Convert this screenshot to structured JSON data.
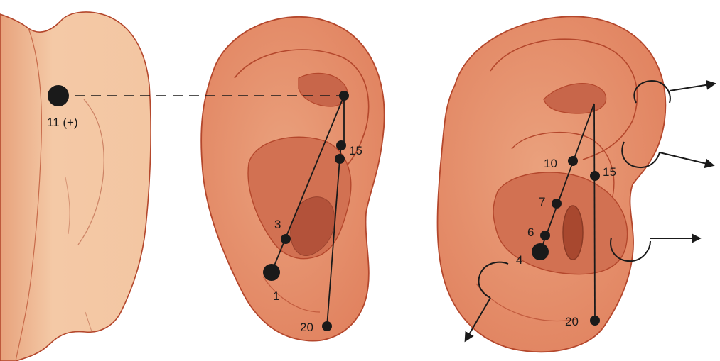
{
  "colors": {
    "skin_light": "#f2c29f",
    "skin": "#e89a74",
    "skin_mid": "#d9795a",
    "skin_dark": "#b85a3f",
    "shadow": "#9a432e",
    "outline": "#b4472c",
    "point": "#1a1a1a"
  },
  "views": [
    "side-view",
    "front-view",
    "back-view"
  ],
  "points": {
    "p11": "11 (+)",
    "p3": "3",
    "p1": "1",
    "p15a": "15",
    "p20a": "20",
    "p10": "10",
    "p15b": "15",
    "p7": "7",
    "p6": "6",
    "p4": "4",
    "p20b": "20"
  }
}
